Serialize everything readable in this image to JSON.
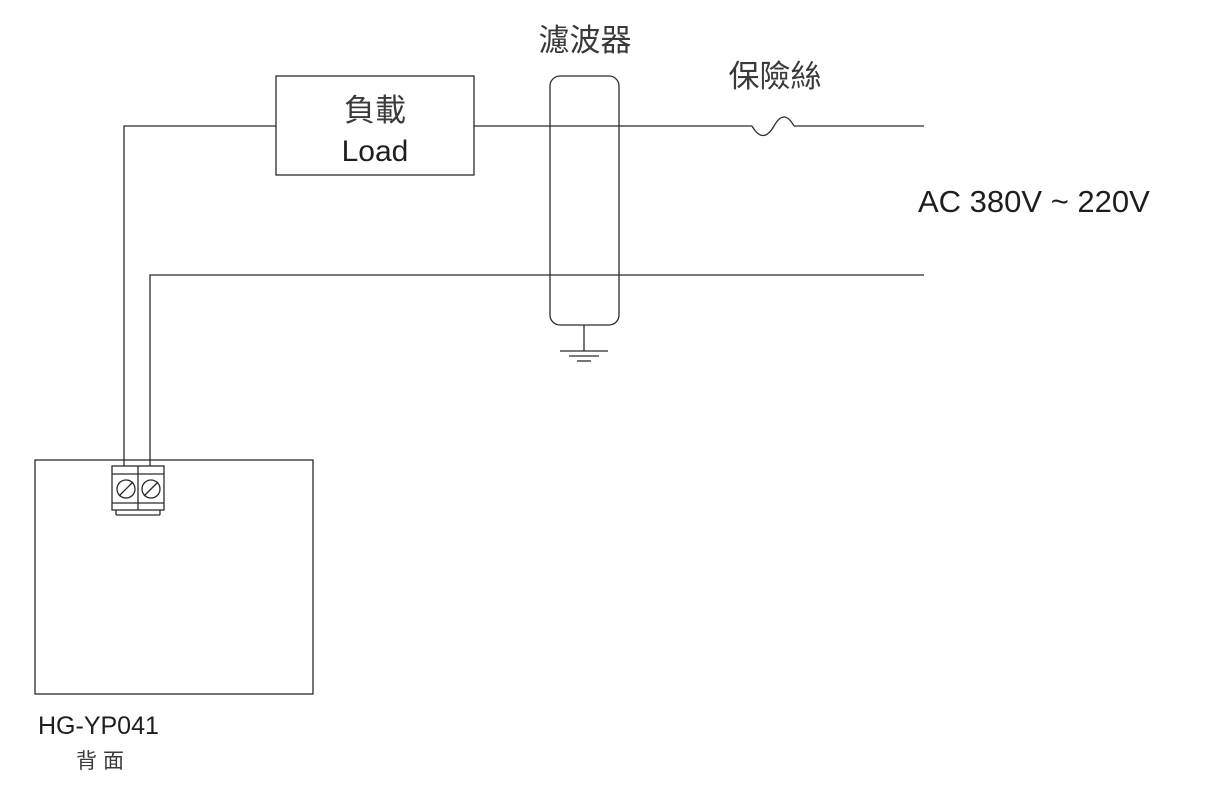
{
  "labels": {
    "load_zh": "負載",
    "load_en": "Load",
    "filter": "濾波器",
    "fuse": "保險絲",
    "supply": "AC 380V ~ 220V",
    "device_model": "HG-YP041",
    "device_side": "背面"
  },
  "colors": {
    "line": "#2b2b2b",
    "text": "#1e1e1e",
    "background": "#ffffff"
  }
}
